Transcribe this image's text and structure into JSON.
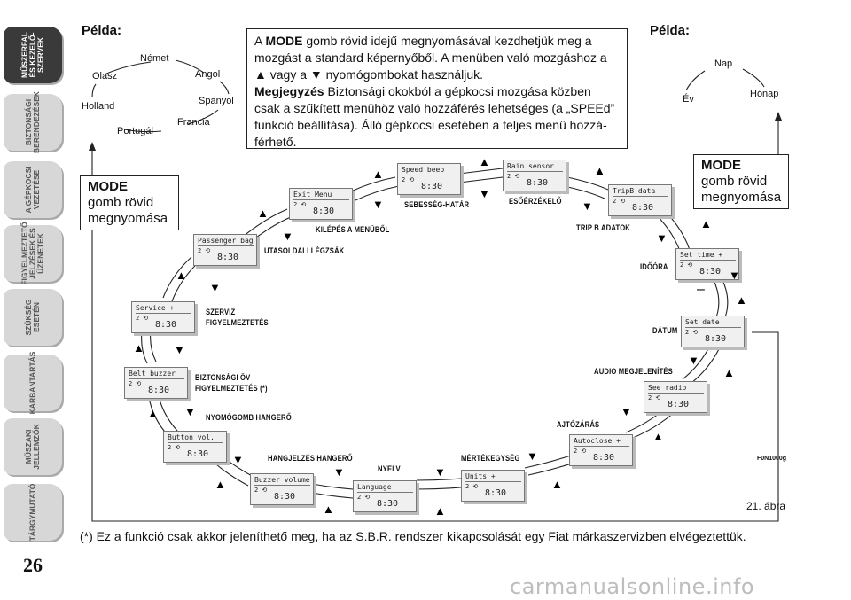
{
  "sidebar": {
    "tabs": [
      {
        "label": "MŰSZERFAL\nÉS KEZELŐ-\nSZERVEK",
        "active": true
      },
      {
        "label": "BIZTONSÁGI\nBERENDEZÉSEK",
        "active": false
      },
      {
        "label": "A GÉPKOCSI\nVEZETÉSE",
        "active": false
      },
      {
        "label": "FIGYELMEZTETŐ\nJELZÉSEK ÉS\nÜZENETEK",
        "active": false
      },
      {
        "label": "SZÜKSÉG\nESETÉN",
        "active": false
      },
      {
        "label": "KARBANTARTÁS",
        "active": false
      },
      {
        "label": "MŰSZAKI\nJELLEMZŐK",
        "active": false
      },
      {
        "label": "TÁRGYMUTATÓ",
        "active": false
      }
    ]
  },
  "page_number": "26",
  "example_left": "Példa:",
  "example_right": "Példa:",
  "languages": [
    "Német",
    "Angol",
    "Spanyol",
    "Francia",
    "Portugál",
    "Holland",
    "Olasz"
  ],
  "date_cycle": [
    "Nap",
    "Hónap",
    "Év"
  ],
  "description": {
    "line1_pre": "A ",
    "mode_word": "MODE",
    "line1_post": " gomb rövid idejű megnyomásával kezdhetjük meg a mozgást a standard képernyőből. A menüben való mozgáshoz a ▲ vagy a ▼ nyomógombokat használjuk.",
    "note_title": "Megjegyzés",
    "note_text": " Biztonsági okokból a gépkocsi mozgása közben csak a szűkített menühöz való hozzáférés lehetséges (a „SPEEd” funkció beállítása). Álló gépkocsi esetében a teljes menü hozzá-férhető."
  },
  "mode_box_left": {
    "title": "MODE",
    "text": "gomb rövid megnyomása"
  },
  "mode_box_right": {
    "title": "MODE",
    "text": "gomb rövid megnyomása"
  },
  "display_time": "8:30",
  "display_icon": "2 ⟲",
  "menu": [
    {
      "screen": "Speed beep",
      "label": "SEBESSÉG-HATÁR"
    },
    {
      "screen": "Rain sensor",
      "label": "ESŐÉRZÉKELŐ"
    },
    {
      "screen": "TripB data",
      "label": "TRIP B ADATOK"
    },
    {
      "screen": "Set time  +",
      "label": "IDŐÓRA"
    },
    {
      "screen": "Set date",
      "label": "DÁTUM"
    },
    {
      "screen": "See radio",
      "label": "AUDIO MEGJELENÍTÉS"
    },
    {
      "screen": "Autoclose +",
      "label": "AJTÓZÁRÁS"
    },
    {
      "screen": "Units   +",
      "label": "MÉRTÉKEGYSÉG"
    },
    {
      "screen": "Language",
      "label": "NYELV"
    },
    {
      "screen": "Buzzer volume",
      "label": "HANGJELZÉS HANGERŐ"
    },
    {
      "screen": "Button vol.",
      "label": "NYOMÓGOMB HANGERŐ"
    },
    {
      "screen": "Belt buzzer",
      "label": "BIZTONSÁGI ÖV\nFIGYELMEZTETÉS (*)"
    },
    {
      "screen": "Service  +",
      "label": "SZERVIZ\nFIGYELMEZTETÉS"
    },
    {
      "screen": "Passenger bag",
      "label": "UTASOLDALI LÉGZSÁK"
    },
    {
      "screen": "Exit Menu",
      "label": "KILÉPÉS A MENÜBŐL"
    }
  ],
  "minus_sign": "–",
  "figure_code": "F0N1000g",
  "figure_caption": "21. ábra",
  "footnote": "(*) Ez a funkció csak akkor jeleníthető meg, ha az S.B.R. rendszer kikapcsolását egy Fiat márkaszervizben elvégeztettük.",
  "watermark": "carmanualsonline.info",
  "arrow_up": "▲",
  "arrow_down": "▼"
}
